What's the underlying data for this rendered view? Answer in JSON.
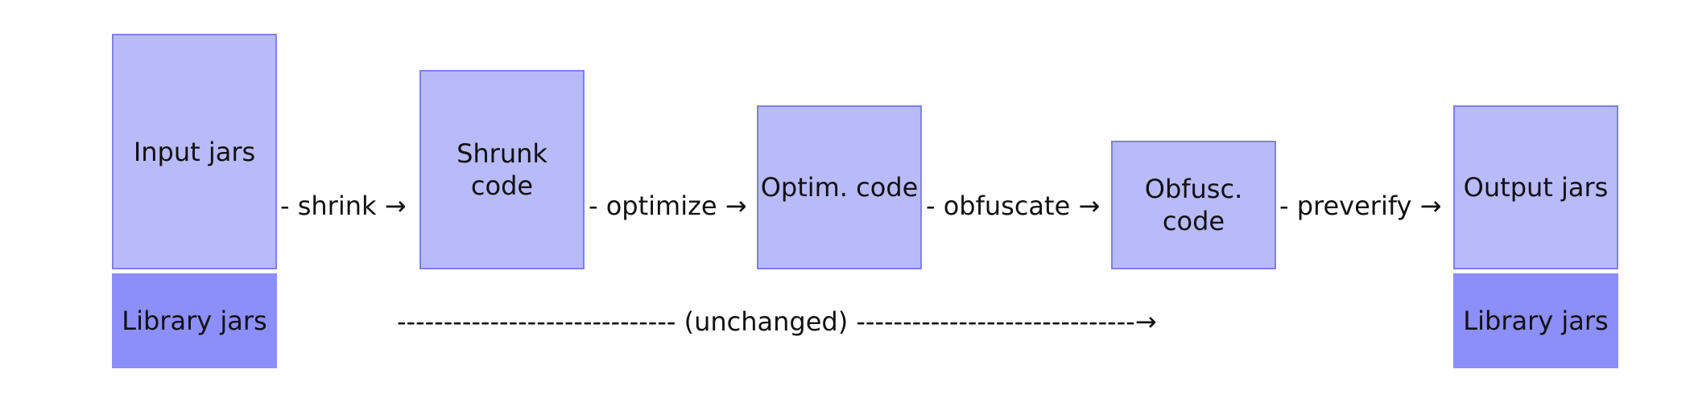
{
  "diagram": {
    "nodes": {
      "input_jars": "Input jars",
      "library_jars_in": "Library jars",
      "shrunk_code": "Shrunk\ncode",
      "optim_code": "Optim. code",
      "obfusc_code": "Obfusc.\ncode",
      "output_jars": "Output jars",
      "library_jars_out": "Library jars"
    },
    "edges": {
      "shrink": "- shrink →",
      "optimize": "- optimize →",
      "obfuscate": "- obfuscate →",
      "preverify": "- preverify →",
      "unchanged": "------------------------------ (unchanged) ------------------------------→"
    },
    "colors": {
      "box_fill": "#b8baf9",
      "box_border": "#7f7fea",
      "library_fill": "#8c8ef9"
    }
  }
}
